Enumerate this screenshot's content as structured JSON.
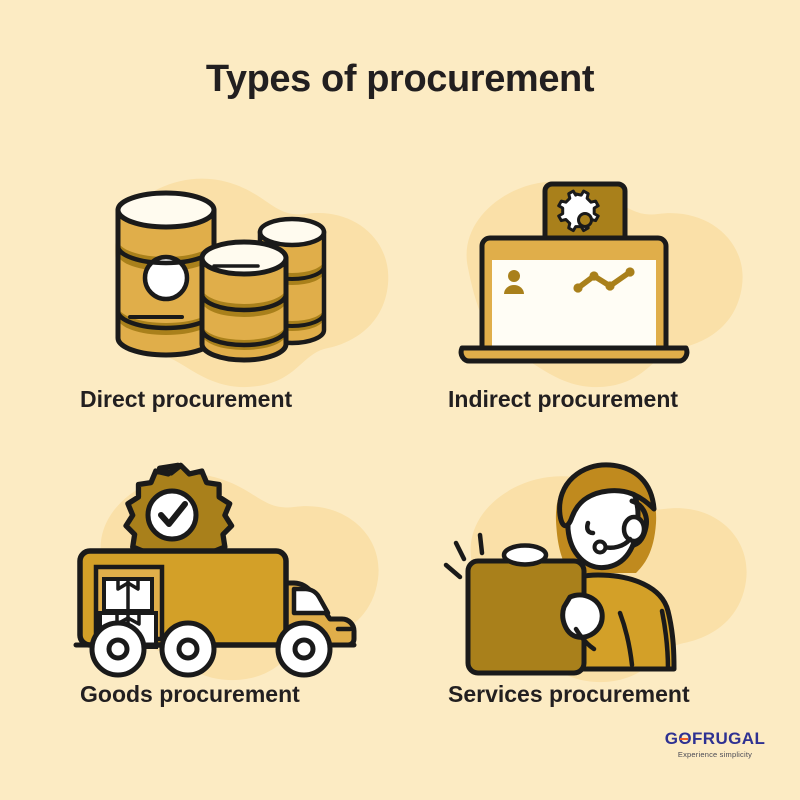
{
  "page": {
    "title": "Types of procurement",
    "background_color": "#FCEBC3",
    "blob_color": "#FAE0A8",
    "text_color": "#221F20"
  },
  "palette": {
    "gold": "#E0AE4A",
    "gold_dark": "#A9801B",
    "gold_mid": "#D3A028",
    "outline": "#1A1A1A",
    "white": "#FFFFFF",
    "logo_blue": "#2E3192",
    "logo_orange": "#F15A24"
  },
  "cards": [
    {
      "id": "direct",
      "label": "Direct procurement",
      "icon": "barrels-icon",
      "icon_description": "Three stacked barrels / drums with banding and a round white label"
    },
    {
      "id": "indirect",
      "label": "Indirect procurement",
      "icon": "laptop-settings-icon",
      "icon_description": "Open laptop with a gear in a speech bubble, user avatar and line chart on screen"
    },
    {
      "id": "goods",
      "label": "Goods procurement",
      "icon": "delivery-truck-icon",
      "icon_description": "Delivery truck carrying boxes with a verified check badge rosette"
    },
    {
      "id": "services",
      "label": "Services procurement",
      "icon": "support-agent-icon",
      "icon_description": "Customer support agent wearing a headset holding a clipboard"
    }
  ],
  "logo": {
    "name_before": "G",
    "name_o": "O",
    "name_after": "FRUGAL",
    "full_name": "GOFRUGAL",
    "tagline": "Experience simplicity"
  }
}
